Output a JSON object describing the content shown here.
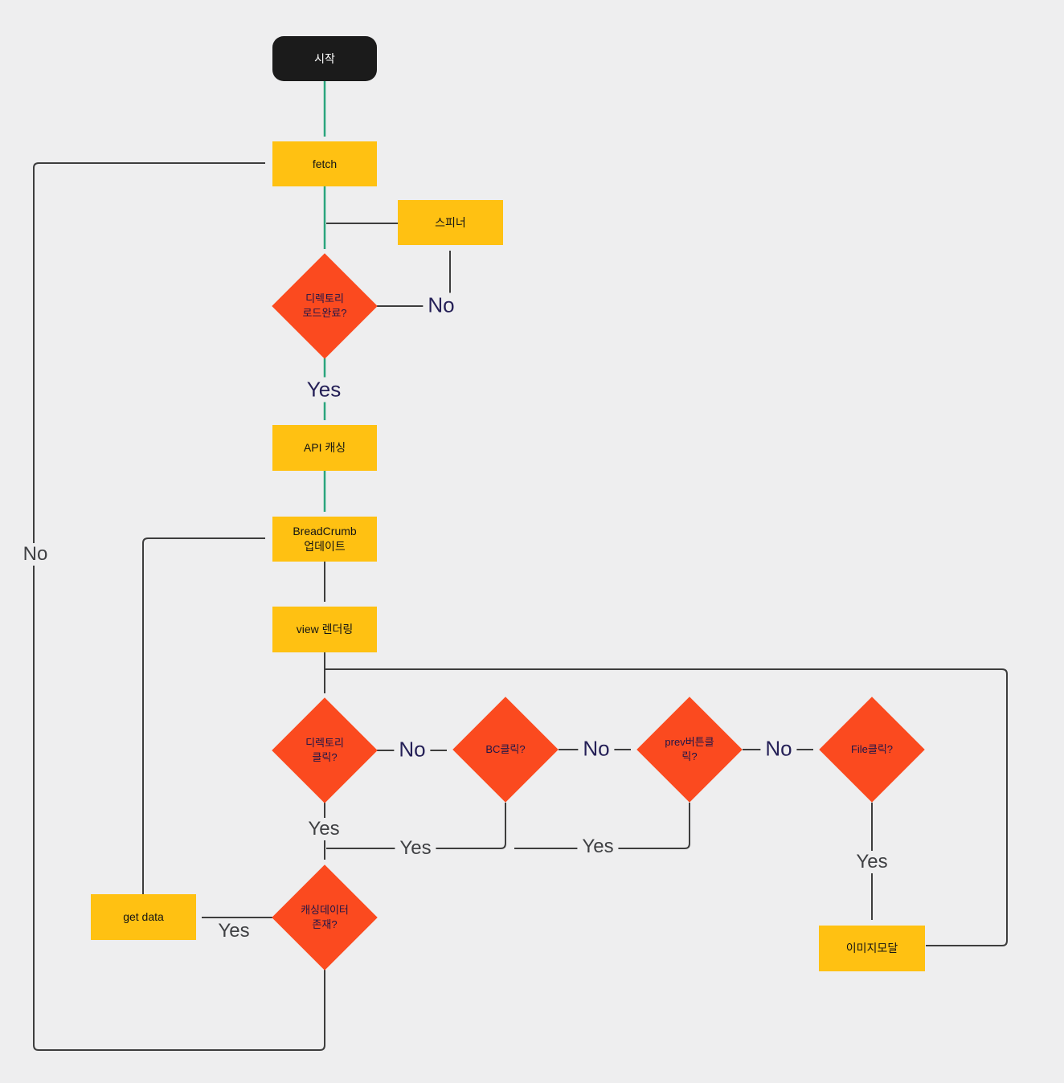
{
  "colors": {
    "background": "#eeeeef",
    "process_node": "#ffc112",
    "decision_node": "#fb4a1f",
    "terminator_node": "#1b1b1b",
    "terminator_text": "#ffffff",
    "edge_green": "#2aa57d",
    "edge_dark": "#3d3d3d",
    "label_navy": "#252057",
    "label_gray": "#3f4043",
    "decision_text": "#1e1548"
  },
  "nodes": {
    "start": {
      "label": "시작",
      "type": "terminator"
    },
    "fetch": {
      "label": "fetch",
      "type": "process"
    },
    "spinner": {
      "label": "스피너",
      "type": "process"
    },
    "dir_loaded": {
      "label": "디렉토리\n로드완료?",
      "type": "decision"
    },
    "api_caching": {
      "label": "API 캐싱",
      "type": "process"
    },
    "breadcrumb_update": {
      "label": "BreadCrumb\n업데이트",
      "type": "process"
    },
    "view_render": {
      "label": "view 렌더링",
      "type": "process"
    },
    "dir_click": {
      "label": "디렉토리\n클릭?",
      "type": "decision"
    },
    "bc_click": {
      "label": "BC클릭?",
      "type": "decision"
    },
    "prev_click": {
      "label": "prev버튼클\n릭?",
      "type": "decision"
    },
    "file_click": {
      "label": "File클릭?",
      "type": "decision"
    },
    "cache_exists": {
      "label": "캐싱데이터\n존재?",
      "type": "decision"
    },
    "get_data": {
      "label": "get data",
      "type": "process"
    },
    "image_modal": {
      "label": "이미지모달",
      "type": "process"
    }
  },
  "edge_labels": {
    "load_no": "No",
    "load_yes": "Yes",
    "dir_no": "No",
    "bc_no": "No",
    "prev_no": "No",
    "dir_yes": "Yes",
    "bc_yes": "Yes",
    "prev_yes": "Yes",
    "file_yes": "Yes",
    "cache_yes": "Yes",
    "loop_no": "No"
  }
}
